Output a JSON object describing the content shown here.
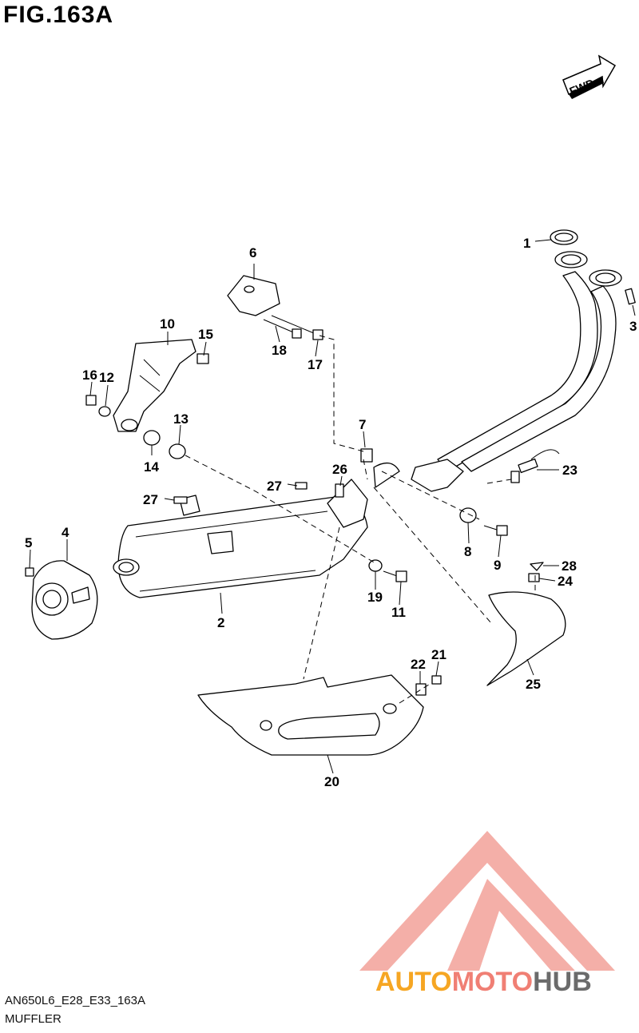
{
  "figure": {
    "title": "FIG.163A",
    "fwd_label": "FWD",
    "diagram_code": "AN650L6_E28_E33_163A",
    "section_name": "MUFFLER"
  },
  "watermark": {
    "text_part1": "AUTO",
    "text_part2": "MOTO",
    "text_part3": "HUB",
    "colors": {
      "logo": "#f07f74",
      "part1": "#f6a623",
      "part2": "#f07f74",
      "part3": "#6b6b6b"
    }
  },
  "callouts": [
    "1",
    "2",
    "3",
    "4",
    "5",
    "6",
    "7",
    "8",
    "9",
    "10",
    "11",
    "12",
    "13",
    "14",
    "15",
    "16",
    "17",
    "18",
    "19",
    "20",
    "21",
    "22",
    "23",
    "24",
    "25",
    "26",
    "27",
    "28"
  ]
}
